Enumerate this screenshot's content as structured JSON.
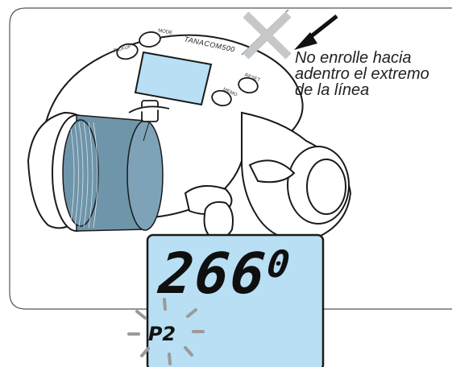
{
  "instruction": {
    "line1": "No enrolle hacia",
    "line2": "adentro el extremo",
    "line3": "de la línea"
  },
  "reel": {
    "brand": "TANACOM500",
    "buttons": {
      "pickup": "PICKUP",
      "mode": "MODE",
      "reset": "RESET",
      "memo": "MEMO"
    }
  },
  "lcd": {
    "digits": "266",
    "last_digit": "0",
    "indicator": "P2"
  },
  "colors": {
    "lcd_fill": "#b8dff3",
    "spool": "#6f95aa",
    "outline": "#1a1a1a",
    "cross": "#c7c7c7",
    "line": "#5b8fb9"
  }
}
